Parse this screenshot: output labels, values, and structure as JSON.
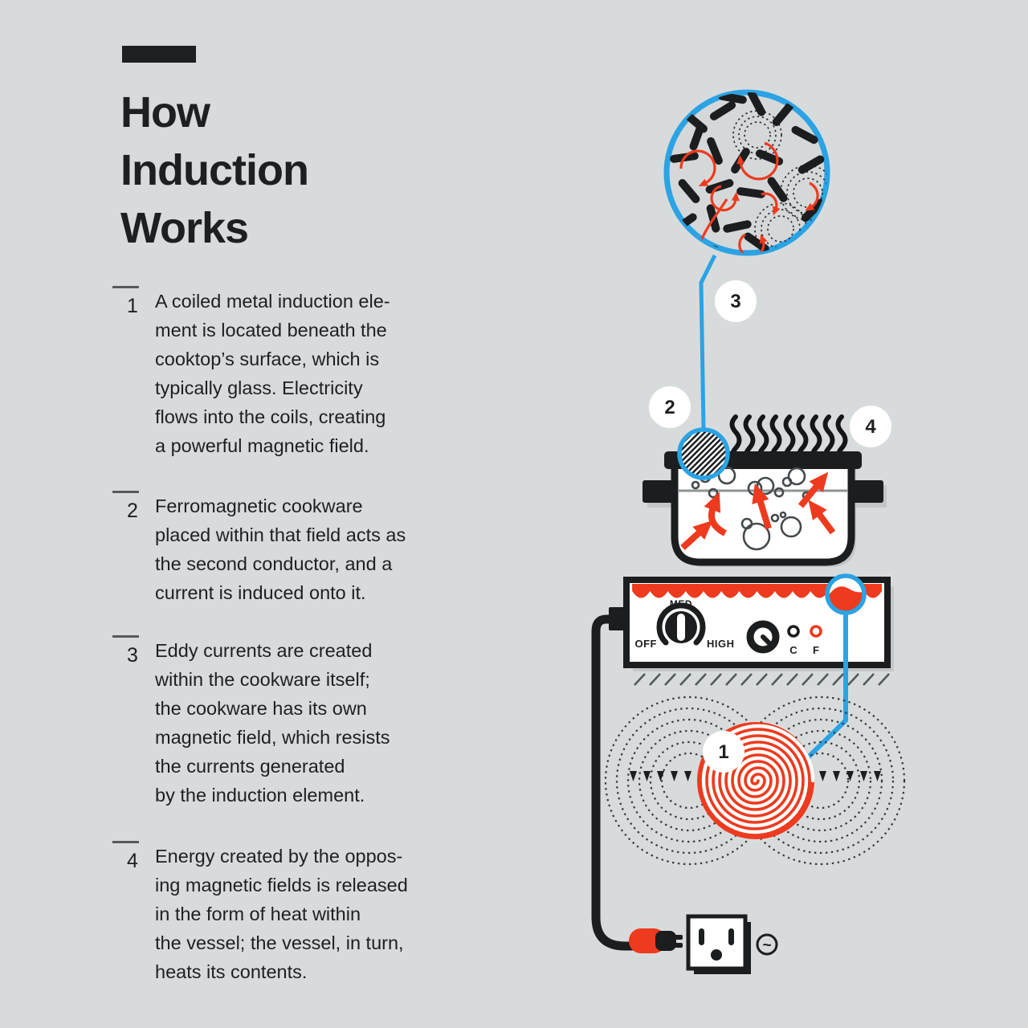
{
  "header": {
    "title": "How\nInduction\nWorks"
  },
  "steps": [
    {
      "num": "1",
      "text": "A coiled metal induction ele-\nment is located beneath the\ncooktop’s surface, which is\ntypically glass. Electricity\nflows into the coils, creating\na powerful magnetic field."
    },
    {
      "num": "2",
      "text": "Ferromagnetic cookware\nplaced within that field acts as\nthe second conductor, and a\ncurrent is induced onto it."
    },
    {
      "num": "3",
      "text": "Eddy currents are created\nwithin the cookware itself;\nthe cookware has its own\nmagnetic field, which resists\nthe currents generated\nby the induction element."
    },
    {
      "num": "4",
      "text": "Energy created by the oppos-\ning magnetic fields is released\nin the form of heat within\nthe vessel; the vessel, in turn,\nheats its contents."
    }
  ],
  "diagram": {
    "badges": {
      "b1": "1",
      "b2": "2",
      "b3": "3",
      "b4": "4"
    },
    "cooktop": {
      "knob_med": "MED",
      "knob_off": "OFF",
      "knob_high": "HIGH",
      "indicator_c": "C",
      "indicator_f": "F"
    },
    "outlet": {
      "ac_symbol": "~"
    },
    "colors": {
      "background": "#d8dbdc",
      "ink": "#1d1f20",
      "red": "#ee3a1e",
      "blue": "#2ba3e4"
    }
  }
}
